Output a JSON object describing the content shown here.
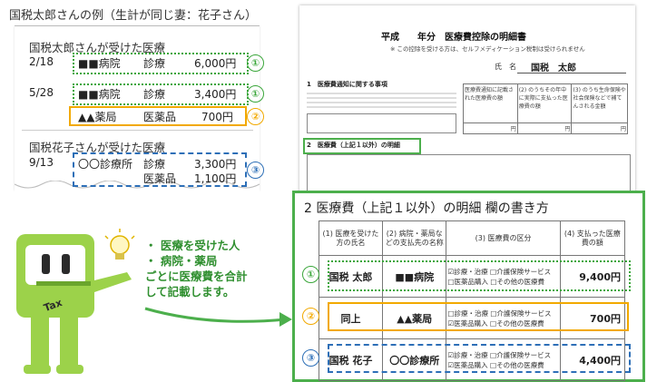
{
  "example_title": "国税太郎さんの例（生計が同じ妻：花子さん）",
  "taro_section_title": "国税太郎さんが受けた医療",
  "hanako_section_title": "国税花子さんが受けた医療",
  "taro_rows": [
    {
      "date": "2/18",
      "place": "■■病院",
      "kind": "診療",
      "amount": "6,000円"
    },
    {
      "date": "5/28",
      "place": "■■病院",
      "kind": "診療",
      "amount": "3,400円"
    },
    {
      "date": "",
      "place": "▲▲薬局",
      "kind": "医薬品",
      "amount": "700円"
    }
  ],
  "hanako_rows": [
    {
      "date": "9/13",
      "place": "〇〇診療所",
      "kind": "診療",
      "amount": "3,300円"
    },
    {
      "date": "",
      "place": "",
      "kind": "医薬品",
      "amount": "1,100円"
    }
  ],
  "markers": [
    "①",
    "①",
    "②",
    "③"
  ],
  "speech_lines": [
    "・ 医療を受けた人",
    "・ 病院・薬局",
    "ごとに医療費を合計",
    "して記載します。"
  ],
  "mascot_label": "Tax",
  "document": {
    "title": "平成　　年分　医療費控除の明細書",
    "note": "※ この控除を受ける方は、セルフメディケーション税制は受けられません",
    "name_label": "氏　名",
    "name_value": "国税　太郎",
    "section1": "1　医療費通知に関する事項",
    "section2": "2　医療費（上記１以外）の明細",
    "cols_small": [
      "医療費通知に記載された医療費の額",
      "(2) のうちその年中に実際に支払った医療費の額",
      "(3) のうち生命保険や社会保険などで補てんされる金額"
    ],
    "yen": "円"
  },
  "panel": {
    "title": "2  医療費（上記１以外）の明細 欄の書き方",
    "headers": [
      "(1) 医療を受けた方の氏名",
      "(2) 病院・薬局などの支払先の名称",
      "(3) 医療費の区分",
      "(4) 支払った医療費の額"
    ],
    "rows": [
      {
        "marker": "①",
        "person": "国税 太郎",
        "payee": "■■病院",
        "c1": "☑診療・治療  □介護保険サービス",
        "c2": "□医薬品購入  □その他の医療費",
        "amount": "9,400円"
      },
      {
        "marker": "②",
        "person": "同上",
        "payee": "▲▲薬局",
        "c1": "□診療・治療  □介護保険サービス",
        "c2": "☑医薬品購入  □その他の医療費",
        "amount": "700円"
      },
      {
        "marker": "③",
        "person": "国税 花子",
        "payee": "〇〇診療所",
        "c1": "☑診療・治療  □介護保険サービス",
        "c2": "☑医薬品購入  □その他の医療費",
        "amount": "4,400円"
      }
    ]
  },
  "colors": {
    "green": "#4caf4c",
    "yellow": "#f2a900",
    "blue": "#2d6fb7",
    "mascot": "#9cd24a"
  }
}
